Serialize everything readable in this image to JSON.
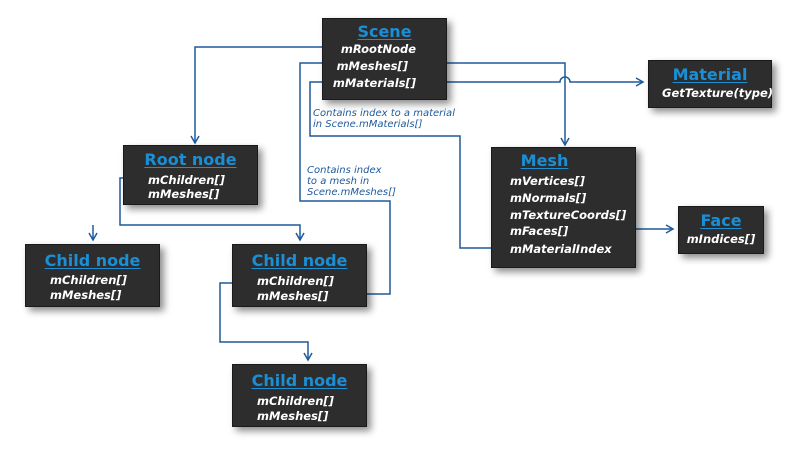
{
  "scene": {
    "title": "Scene",
    "fields": [
      "mRootNode",
      "mMeshes[]",
      "mMaterials[]"
    ]
  },
  "material": {
    "title": "Material",
    "fields": [
      "GetTexture(type)"
    ]
  },
  "root_node": {
    "title": "Root node",
    "fields": [
      "mChildren[]",
      "mMeshes[]"
    ]
  },
  "mesh": {
    "title": "Mesh",
    "fields": [
      "mVertices[]",
      "mNormals[]",
      "mTextureCoords[]",
      "mFaces[]",
      "mMaterialIndex"
    ]
  },
  "face": {
    "title": "Face",
    "fields": [
      "mIndices[]"
    ]
  },
  "child_left": {
    "title": "Child node",
    "fields": [
      "mChildren[]",
      "mMeshes[]"
    ]
  },
  "child_mid": {
    "title": "Child node",
    "fields": [
      "mChildren[]",
      "mMeshes[]"
    ]
  },
  "child_bottom": {
    "title": "Child node",
    "fields": [
      "mChildren[]",
      "mMeshes[]"
    ]
  },
  "notes": {
    "material_index": [
      "Contains index to a material",
      "in Scene.mMaterials[]"
    ],
    "mesh_index": [
      "Contains index",
      "to a mesh in",
      "Scene.mMeshes[]"
    ]
  },
  "colors": {
    "box_fill": "#2d2d2d",
    "title_text": "#1a8fd6",
    "field_text": "#ffffff",
    "connector": "#1e5a9c"
  }
}
